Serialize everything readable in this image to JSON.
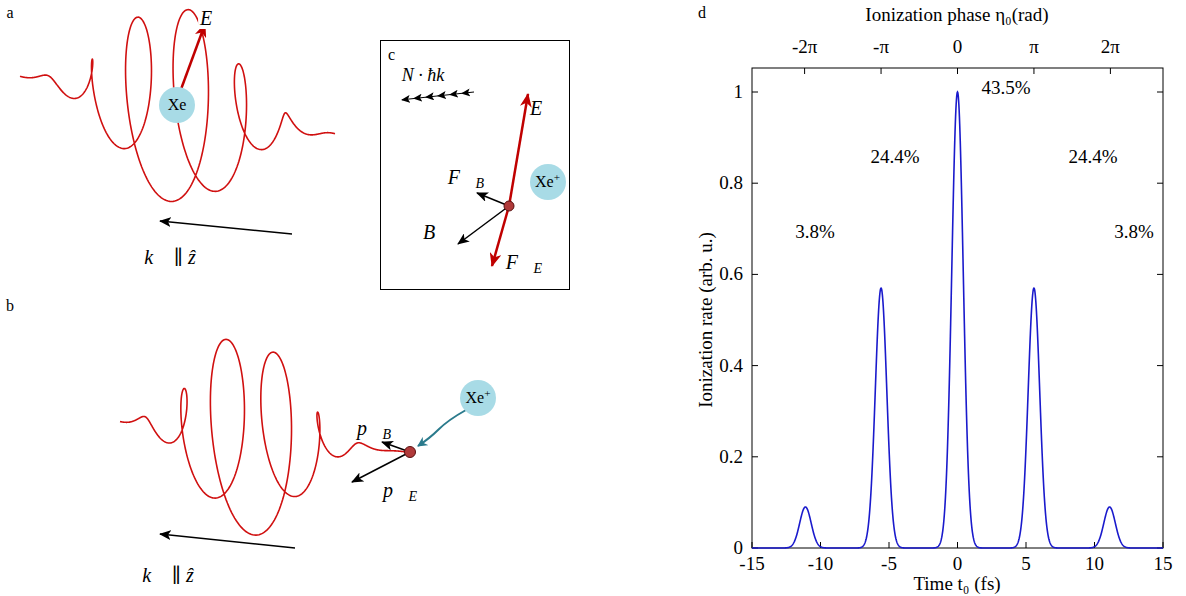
{
  "diagram": {
    "nodes": [
      {
        "text": [
          "Xe"
        ]
      },
      {
        "text": [
          "c"
        ]
      },
      {
        "text": [
          "Xe+"
        ],
        "in": 1
      },
      {
        "text": [
          "Xe+"
        ]
      }
    ],
    "labels": [
      "a",
      "E⃗",
      "k⃗ ∥ ẑ",
      "b",
      "p⃗B",
      "p⃗E",
      "k⃗ ∥ ẑ",
      "N · ħk⃗",
      "E⃗",
      "F⃗B",
      "B⃗",
      "F⃗E",
      "d",
      "Ionization phase η₀(rad)",
      "-2π",
      "-π",
      "0",
      "π",
      "2π",
      "Ionization rate (arb. u.)",
      "0",
      "0.2",
      "0.4",
      "0.6",
      "0.8",
      "1",
      "Time t₀ (fs)",
      "-15",
      "-10",
      "-5",
      "0",
      "5",
      "10",
      "15",
      "3.8%",
      "24.4%",
      "43.5%",
      "24.4%",
      "3.8%"
    ]
  }
}
